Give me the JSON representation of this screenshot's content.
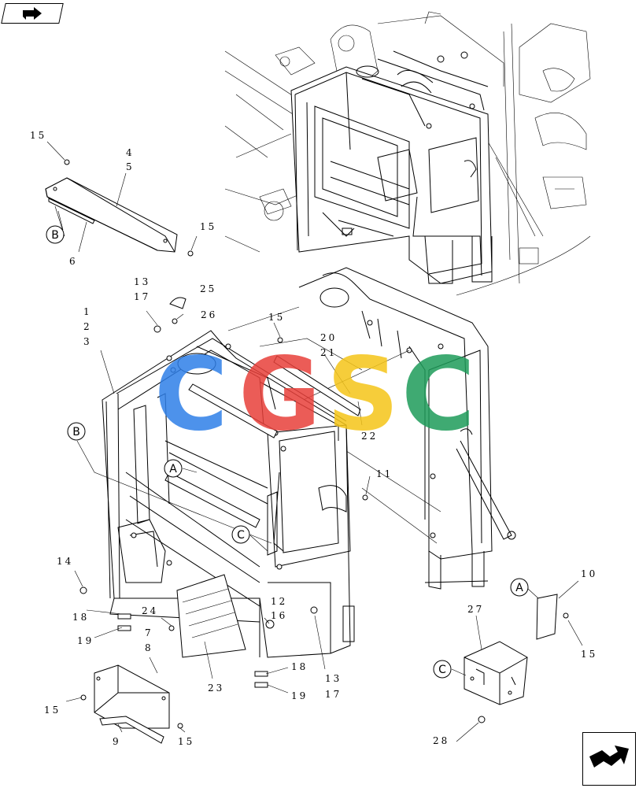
{
  "watermark": {
    "letters": [
      "C",
      "G",
      "S",
      "C"
    ],
    "colors": [
      "#2f7fe8",
      "#e8403a",
      "#f5c518",
      "#1e9c5a"
    ]
  },
  "callouts": {
    "A": "A",
    "B": "B",
    "C": "C"
  },
  "part_numbers": {
    "p1": "1",
    "p2": "2",
    "p3": "3",
    "p4": "4",
    "p5": "5",
    "p6": "6",
    "p7": "7",
    "p8": "8",
    "p9": "9",
    "p10": "10",
    "p11": "11",
    "p12": "12",
    "p13a": "13",
    "p13b": "13",
    "p14": "14",
    "p15a": "15",
    "p15b": "15",
    "p15c": "15",
    "p15d": "15",
    "p15e": "15",
    "p15f": "15",
    "p16": "16",
    "p17a": "17",
    "p17b": "17",
    "p18a": "18",
    "p18b": "18",
    "p19a": "19",
    "p19b": "19",
    "p20": "20",
    "p21": "21",
    "p22": "22",
    "p23": "23",
    "p24": "24",
    "p25": "25",
    "p26": "26",
    "p27": "27",
    "p28": "28"
  },
  "nav": {
    "prev_icon": "arrow-prev-icon",
    "next_icon": "arrow-next-icon"
  }
}
